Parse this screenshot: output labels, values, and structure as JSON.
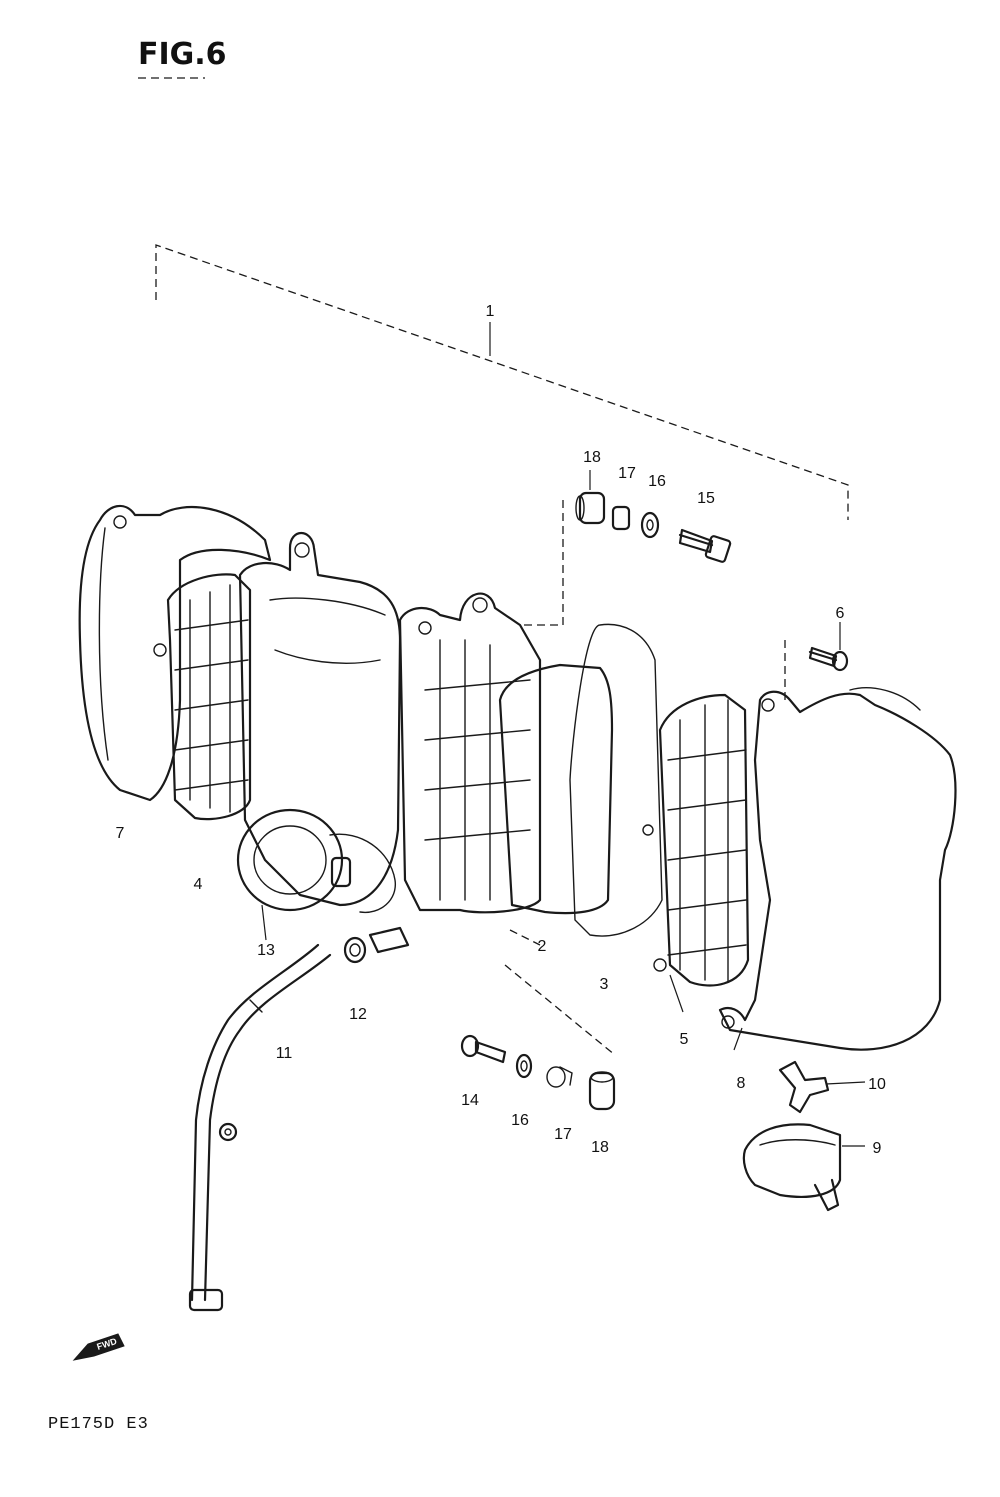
{
  "title": "FIG.6",
  "model_code": "PE175D E3",
  "fwd_label": "FWD",
  "callouts": [
    {
      "id": "c1",
      "label": "1"
    },
    {
      "id": "c2",
      "label": "2"
    },
    {
      "id": "c3",
      "label": "3"
    },
    {
      "id": "c4",
      "label": "4"
    },
    {
      "id": "c5",
      "label": "5"
    },
    {
      "id": "c6",
      "label": "6"
    },
    {
      "id": "c7",
      "label": "7"
    },
    {
      "id": "c8",
      "label": "8"
    },
    {
      "id": "c9",
      "label": "9"
    },
    {
      "id": "c10",
      "label": "10"
    },
    {
      "id": "c11",
      "label": "11"
    },
    {
      "id": "c12",
      "label": "12"
    },
    {
      "id": "c13",
      "label": "13"
    },
    {
      "id": "c14",
      "label": "14"
    },
    {
      "id": "c15",
      "label": "15"
    },
    {
      "id": "c16a",
      "label": "16"
    },
    {
      "id": "c16b",
      "label": "16"
    },
    {
      "id": "c17a",
      "label": "17"
    },
    {
      "id": "c17b",
      "label": "17"
    },
    {
      "id": "c18a",
      "label": "18"
    },
    {
      "id": "c18b",
      "label": "18"
    }
  ]
}
